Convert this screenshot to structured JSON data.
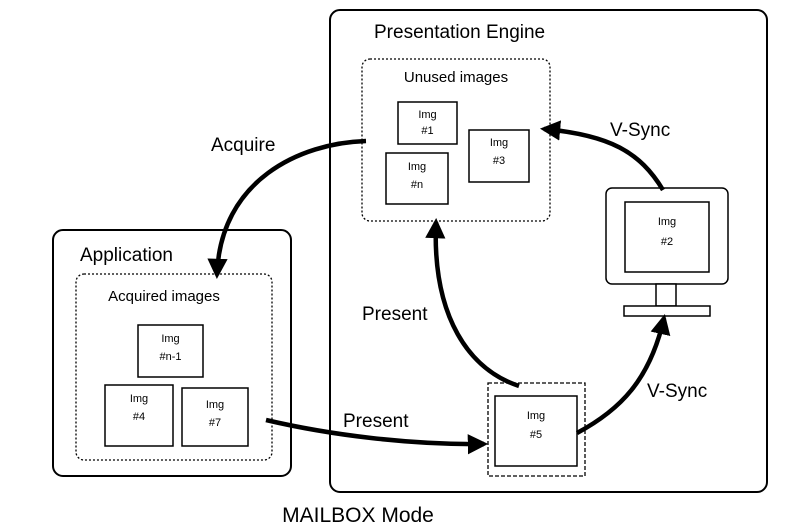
{
  "title": "MAILBOX Mode",
  "presentation_engine": {
    "label": "Presentation Engine",
    "unused_images": {
      "label": "Unused images",
      "images": [
        {
          "line1": "Img",
          "line2": "#1"
        },
        {
          "line1": "Img",
          "line2": "#n"
        },
        {
          "line1": "Img",
          "line2": "#3"
        }
      ]
    },
    "monitor_image": {
      "line1": "Img",
      "line2": "#2"
    },
    "queued_image": {
      "line1": "Img",
      "line2": "#5"
    }
  },
  "application": {
    "label": "Application",
    "acquired_images": {
      "label": "Acquired images",
      "images": [
        {
          "line1": "Img",
          "line2": "#n-1"
        },
        {
          "line1": "Img",
          "line2": "#4"
        },
        {
          "line1": "Img",
          "line2": "#7"
        }
      ]
    }
  },
  "arrows": {
    "acquire": "Acquire",
    "present_to_queue": "Present",
    "present_to_unused": "Present",
    "vsync_to_unused": "V-Sync",
    "vsync_to_monitor": "V-Sync"
  },
  "colors": {
    "stroke": "#000000",
    "background": "#ffffff"
  }
}
